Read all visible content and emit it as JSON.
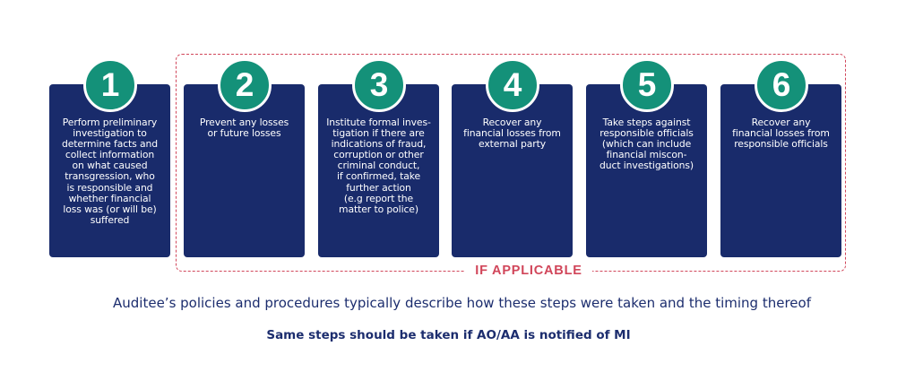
{
  "steps": [
    {
      "number": "1",
      "text": "Perform preliminary\ninvestigation to\ndetermine facts and\ncollect information\non what caused\ntransgression, who\nis responsible and\nwhether financial\nloss was (or will be)\nsuffered"
    },
    {
      "number": "2",
      "text": "Prevent any losses\nor future losses"
    },
    {
      "number": "3",
      "text": "Institute formal inves-\ntigation if there are\nindications of fraud,\ncorruption or other\ncriminal conduct,\nif confirmed, take\nfurther action\n(e.g report the\nmatter to police)"
    },
    {
      "number": "4",
      "text": "Recover any\nfinancial losses from\nexternal party"
    },
    {
      "number": "5",
      "text": "Take steps against\nresponsible officials\n(which can include\nfinancial miscon-\nduct investigations)"
    },
    {
      "number": "6",
      "text": "Recover any\nfinancial losses from\nresponsible officials"
    }
  ],
  "if_applicable_label": "IF APPLICABLE",
  "footer": {
    "policies_text": "Auditee’s policies and procedures typically describe how these steps were taken and the timing thereof",
    "same_steps_text": "Same steps should be taken if AO/AA is notified of MI"
  },
  "colors": {
    "card": "#192b6b",
    "circle": "#149179",
    "dashed_border": "#d1465a",
    "text_dark": "#1c2d6e"
  }
}
